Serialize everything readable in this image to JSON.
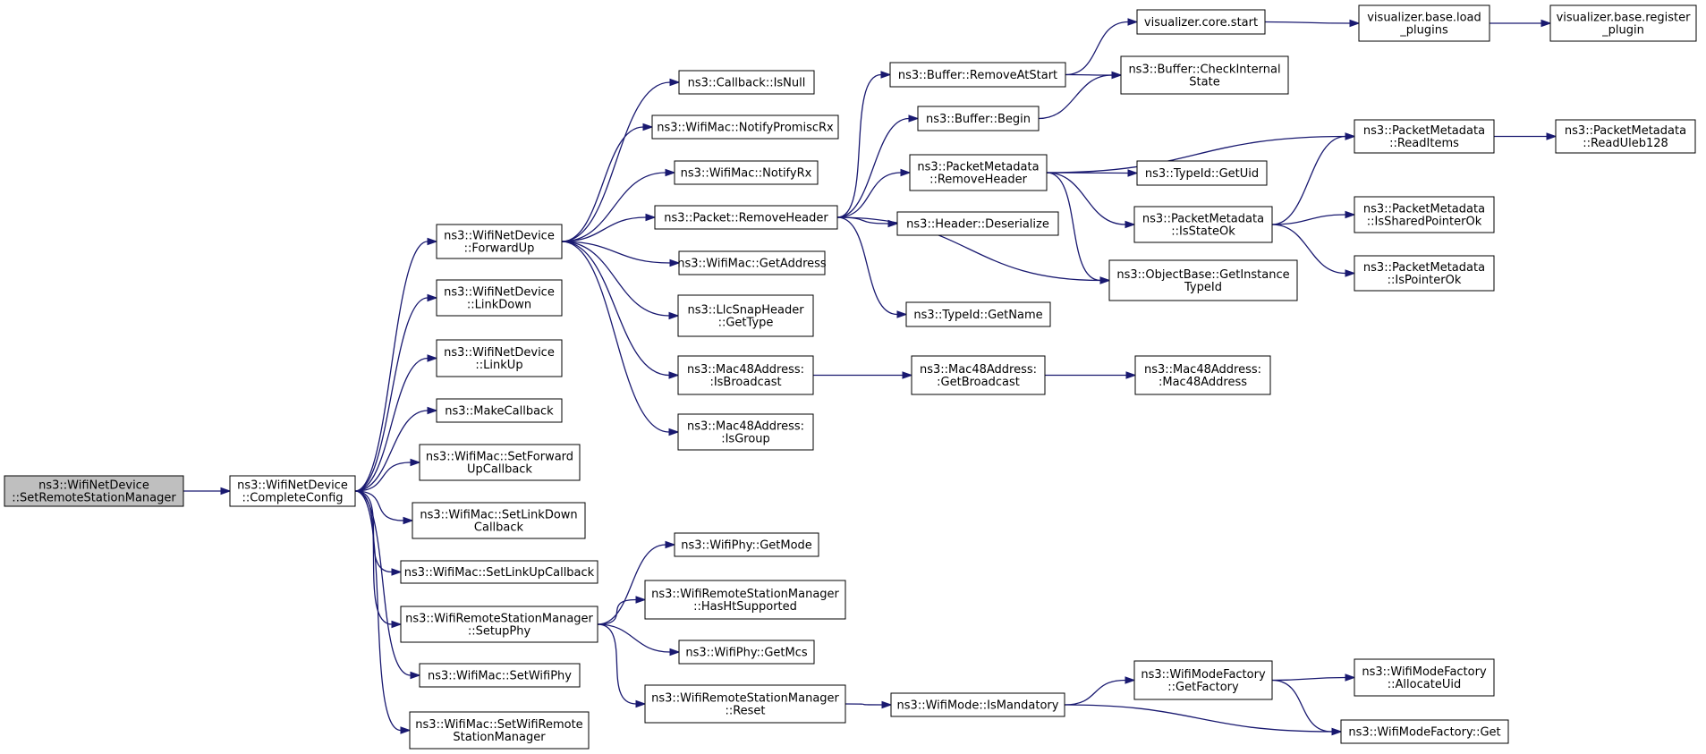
{
  "graph": {
    "nodes": [
      {
        "id": "root",
        "lines": [
          "ns3::WifiNetDevice",
          "::SetRemoteStationManager"
        ],
        "root": true
      },
      {
        "id": "completeconfig",
        "lines": [
          "ns3::WifiNetDevice",
          "::CompleteConfig"
        ]
      },
      {
        "id": "forwardup",
        "lines": [
          "ns3::WifiNetDevice",
          "::ForwardUp"
        ]
      },
      {
        "id": "linkdown",
        "lines": [
          "ns3::WifiNetDevice",
          "::LinkDown"
        ]
      },
      {
        "id": "linkup",
        "lines": [
          "ns3::WifiNetDevice",
          "::LinkUp"
        ]
      },
      {
        "id": "makecallback",
        "lines": [
          "ns3::MakeCallback"
        ]
      },
      {
        "id": "setforwardup",
        "lines": [
          "ns3::WifiMac::SetForward",
          "UpCallback"
        ]
      },
      {
        "id": "setlinkdown",
        "lines": [
          "ns3::WifiMac::SetLinkDown",
          "Callback"
        ]
      },
      {
        "id": "setlinkup",
        "lines": [
          "ns3::WifiMac::SetLinkUpCallback"
        ]
      },
      {
        "id": "setupphy",
        "lines": [
          "ns3::WifiRemoteStationManager",
          "::SetupPhy"
        ]
      },
      {
        "id": "setwifiphy",
        "lines": [
          "ns3::WifiMac::SetWifiPhy"
        ]
      },
      {
        "id": "setwifiremote",
        "lines": [
          "ns3::WifiMac::SetWifiRemote",
          "StationManager"
        ]
      },
      {
        "id": "isnull",
        "lines": [
          "ns3::Callback::IsNull"
        ]
      },
      {
        "id": "notifypromiscrx",
        "lines": [
          "ns3::WifiMac::NotifyPromiscRx"
        ]
      },
      {
        "id": "notifyrx",
        "lines": [
          "ns3::WifiMac::NotifyRx"
        ]
      },
      {
        "id": "removeheader",
        "lines": [
          "ns3::Packet::RemoveHeader"
        ]
      },
      {
        "id": "getaddress",
        "lines": [
          "ns3::WifiMac::GetAddress"
        ]
      },
      {
        "id": "llcgettype",
        "lines": [
          "ns3::LlcSnapHeader",
          "::GetType"
        ]
      },
      {
        "id": "isbroadcast",
        "lines": [
          "ns3::Mac48Address:",
          ":IsBroadcast"
        ]
      },
      {
        "id": "isgroup",
        "lines": [
          "ns3::Mac48Address:",
          ":IsGroup"
        ]
      },
      {
        "id": "getmode",
        "lines": [
          "ns3::WifiPhy::GetMode"
        ]
      },
      {
        "id": "hashtsupported",
        "lines": [
          "ns3::WifiRemoteStationManager",
          "::HasHtSupported"
        ]
      },
      {
        "id": "getmcs",
        "lines": [
          "ns3::WifiPhy::GetMcs"
        ]
      },
      {
        "id": "reset",
        "lines": [
          "ns3::WifiRemoteStationManager",
          "::Reset"
        ]
      },
      {
        "id": "removeatstart",
        "lines": [
          "ns3::Buffer::RemoveAtStart"
        ]
      },
      {
        "id": "begin",
        "lines": [
          "ns3::Buffer::Begin"
        ]
      },
      {
        "id": "pmremoveheader",
        "lines": [
          "ns3::PacketMetadata",
          "::RemoveHeader"
        ]
      },
      {
        "id": "deserialize",
        "lines": [
          "ns3::Header::Deserialize"
        ]
      },
      {
        "id": "getname",
        "lines": [
          "ns3::TypeId::GetName"
        ]
      },
      {
        "id": "getbroadcast",
        "lines": [
          "ns3::Mac48Address:",
          ":GetBroadcast"
        ]
      },
      {
        "id": "ismandatory",
        "lines": [
          "ns3::WifiMode::IsMandatory"
        ]
      },
      {
        "id": "corestart",
        "lines": [
          "visualizer.core.start"
        ]
      },
      {
        "id": "checkinternal",
        "lines": [
          "ns3::Buffer::CheckInternal",
          "State"
        ]
      },
      {
        "id": "getuid",
        "lines": [
          "ns3::TypeId::GetUid"
        ]
      },
      {
        "id": "isstateok",
        "lines": [
          "ns3::PacketMetadata",
          "::IsStateOk"
        ]
      },
      {
        "id": "getinstance",
        "lines": [
          "ns3::ObjectBase::GetInstance",
          "TypeId"
        ]
      },
      {
        "id": "mac48address",
        "lines": [
          "ns3::Mac48Address:",
          ":Mac48Address"
        ]
      },
      {
        "id": "getfactory",
        "lines": [
          "ns3::WifiModeFactory",
          "::GetFactory"
        ]
      },
      {
        "id": "loadplugins",
        "lines": [
          "visualizer.base.load",
          "_plugins"
        ]
      },
      {
        "id": "readitems",
        "lines": [
          "ns3::PacketMetadata",
          "::ReadItems"
        ]
      },
      {
        "id": "issharedpointerok",
        "lines": [
          "ns3::PacketMetadata",
          "::IsSharedPointerOk"
        ]
      },
      {
        "id": "ispointerok",
        "lines": [
          "ns3::PacketMetadata",
          "::IsPointerOk"
        ]
      },
      {
        "id": "allocateuid",
        "lines": [
          "ns3::WifiModeFactory",
          "::AllocateUid"
        ]
      },
      {
        "id": "factoryget",
        "lines": [
          "ns3::WifiModeFactory::Get"
        ]
      },
      {
        "id": "registerplugin",
        "lines": [
          "visualizer.base.register",
          "_plugin"
        ]
      },
      {
        "id": "readuleb128",
        "lines": [
          "ns3::PacketMetadata",
          "::ReadUleb128"
        ]
      }
    ],
    "edges": [
      {
        "from": "root",
        "to": "completeconfig"
      },
      {
        "from": "completeconfig",
        "to": "forwardup"
      },
      {
        "from": "completeconfig",
        "to": "linkdown"
      },
      {
        "from": "completeconfig",
        "to": "linkup"
      },
      {
        "from": "completeconfig",
        "to": "makecallback"
      },
      {
        "from": "completeconfig",
        "to": "setforwardup"
      },
      {
        "from": "completeconfig",
        "to": "setlinkdown"
      },
      {
        "from": "completeconfig",
        "to": "setlinkup"
      },
      {
        "from": "completeconfig",
        "to": "setupphy"
      },
      {
        "from": "completeconfig",
        "to": "setwifiphy"
      },
      {
        "from": "completeconfig",
        "to": "setwifiremote"
      },
      {
        "from": "forwardup",
        "to": "isnull"
      },
      {
        "from": "forwardup",
        "to": "notifypromiscrx"
      },
      {
        "from": "forwardup",
        "to": "notifyrx"
      },
      {
        "from": "forwardup",
        "to": "removeheader"
      },
      {
        "from": "forwardup",
        "to": "getaddress"
      },
      {
        "from": "forwardup",
        "to": "llcgettype"
      },
      {
        "from": "forwardup",
        "to": "isbroadcast"
      },
      {
        "from": "forwardup",
        "to": "isgroup"
      },
      {
        "from": "removeheader",
        "to": "removeatstart"
      },
      {
        "from": "removeheader",
        "to": "begin"
      },
      {
        "from": "removeheader",
        "to": "pmremoveheader"
      },
      {
        "from": "removeheader",
        "to": "deserialize"
      },
      {
        "from": "removeheader",
        "to": "getname"
      },
      {
        "from": "removeheader",
        "to": "getinstance"
      },
      {
        "from": "removeatstart",
        "to": "corestart"
      },
      {
        "from": "removeatstart",
        "to": "checkinternal"
      },
      {
        "from": "begin",
        "to": "checkinternal"
      },
      {
        "from": "corestart",
        "to": "loadplugins"
      },
      {
        "from": "loadplugins",
        "to": "registerplugin"
      },
      {
        "from": "pmremoveheader",
        "to": "readitems"
      },
      {
        "from": "pmremoveheader",
        "to": "getuid"
      },
      {
        "from": "pmremoveheader",
        "to": "isstateok"
      },
      {
        "from": "pmremoveheader",
        "to": "getinstance"
      },
      {
        "from": "isstateok",
        "to": "readitems"
      },
      {
        "from": "isstateok",
        "to": "issharedpointerok"
      },
      {
        "from": "isstateok",
        "to": "ispointerok"
      },
      {
        "from": "readitems",
        "to": "readuleb128"
      },
      {
        "from": "isbroadcast",
        "to": "getbroadcast"
      },
      {
        "from": "getbroadcast",
        "to": "mac48address"
      },
      {
        "from": "setupphy",
        "to": "getmode"
      },
      {
        "from": "setupphy",
        "to": "hashtsupported"
      },
      {
        "from": "setupphy",
        "to": "getmcs"
      },
      {
        "from": "setupphy",
        "to": "reset"
      },
      {
        "from": "reset",
        "to": "ismandatory"
      },
      {
        "from": "ismandatory",
        "to": "getfactory"
      },
      {
        "from": "ismandatory",
        "to": "factoryget"
      },
      {
        "from": "getfactory",
        "to": "allocateuid"
      },
      {
        "from": "getfactory",
        "to": "factoryget"
      }
    ]
  }
}
